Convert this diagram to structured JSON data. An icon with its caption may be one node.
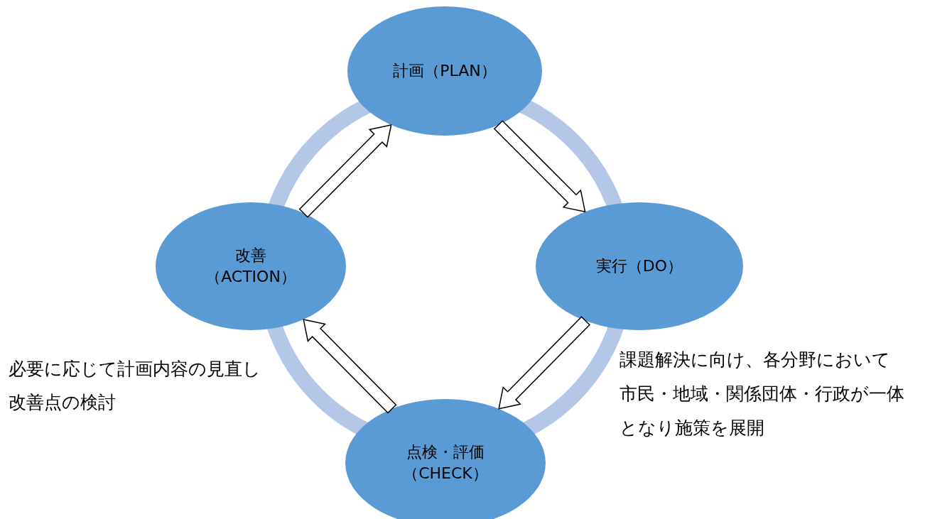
{
  "diagram": {
    "nodes": [
      {
        "text": [
          "計画（PLAN）"
        ]
      },
      {
        "text": [
          "実行（DO）"
        ]
      },
      {
        "text": [
          "点検・評価",
          "（CHECK）"
        ]
      },
      {
        "text": [
          "改善",
          "（ACTION）"
        ]
      }
    ],
    "edges": [
      {
        "from": 0,
        "to": 1,
        "arrow": "to"
      },
      {
        "from": 1,
        "to": 2,
        "arrow": "to"
      },
      {
        "from": 2,
        "to": 3,
        "arrow": "to"
      },
      {
        "from": 3,
        "to": 0,
        "arrow": "to"
      }
    ],
    "labels": [
      "必要に応じて計画内容の見直し",
      "改善点の検討",
      "課題解決に向け、各分野において",
      "市民・地域・関係団体・行政が一体",
      "となり施策を展開"
    ]
  }
}
